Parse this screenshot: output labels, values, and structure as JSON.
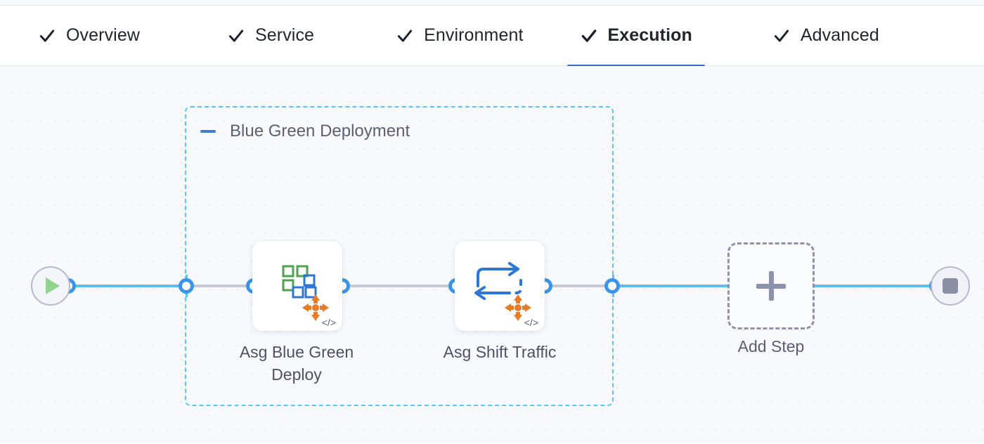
{
  "tabs": [
    {
      "label": "Overview",
      "icon": "check-icon",
      "active": false
    },
    {
      "label": "Service",
      "icon": "check-icon",
      "active": false
    },
    {
      "label": "Environment",
      "icon": "check-icon",
      "active": false
    },
    {
      "label": "Execution",
      "icon": "check-icon",
      "active": true
    },
    {
      "label": "Advanced",
      "icon": "check-icon",
      "active": false
    }
  ],
  "canvas": {
    "group": {
      "title": "Blue Green Deployment",
      "collapse_icon": "minus-icon",
      "border_color": "#5ec2f2"
    },
    "start_node": {
      "icon": "play-icon",
      "name": "pipeline-start"
    },
    "end_node": {
      "icon": "stop-icon",
      "name": "pipeline-end"
    },
    "steps": [
      {
        "label": "Asg Blue Green Deploy",
        "icon": "asg-blue-green-deploy-icon",
        "badge_icon": "move-arrows-icon",
        "code_badge": "</>"
      },
      {
        "label": "Asg Shift Traffic",
        "icon": "asg-shift-traffic-icon",
        "badge_icon": "move-arrows-icon",
        "code_badge": "</>"
      }
    ],
    "add_step": {
      "label": "Add Step",
      "icon": "plus-icon"
    }
  },
  "colors": {
    "accent_blue": "#2f6cc4",
    "link_blue": "#3a95e8",
    "line_blue": "#5cbef0",
    "group_border": "#5ec2f2",
    "dashed_gray": "#c6c9d4",
    "canvas_bg": "#f8f9fd",
    "icon_green": "#4fa24f",
    "icon_blue": "#2d76d4",
    "icon_orange": "#e87b28"
  }
}
